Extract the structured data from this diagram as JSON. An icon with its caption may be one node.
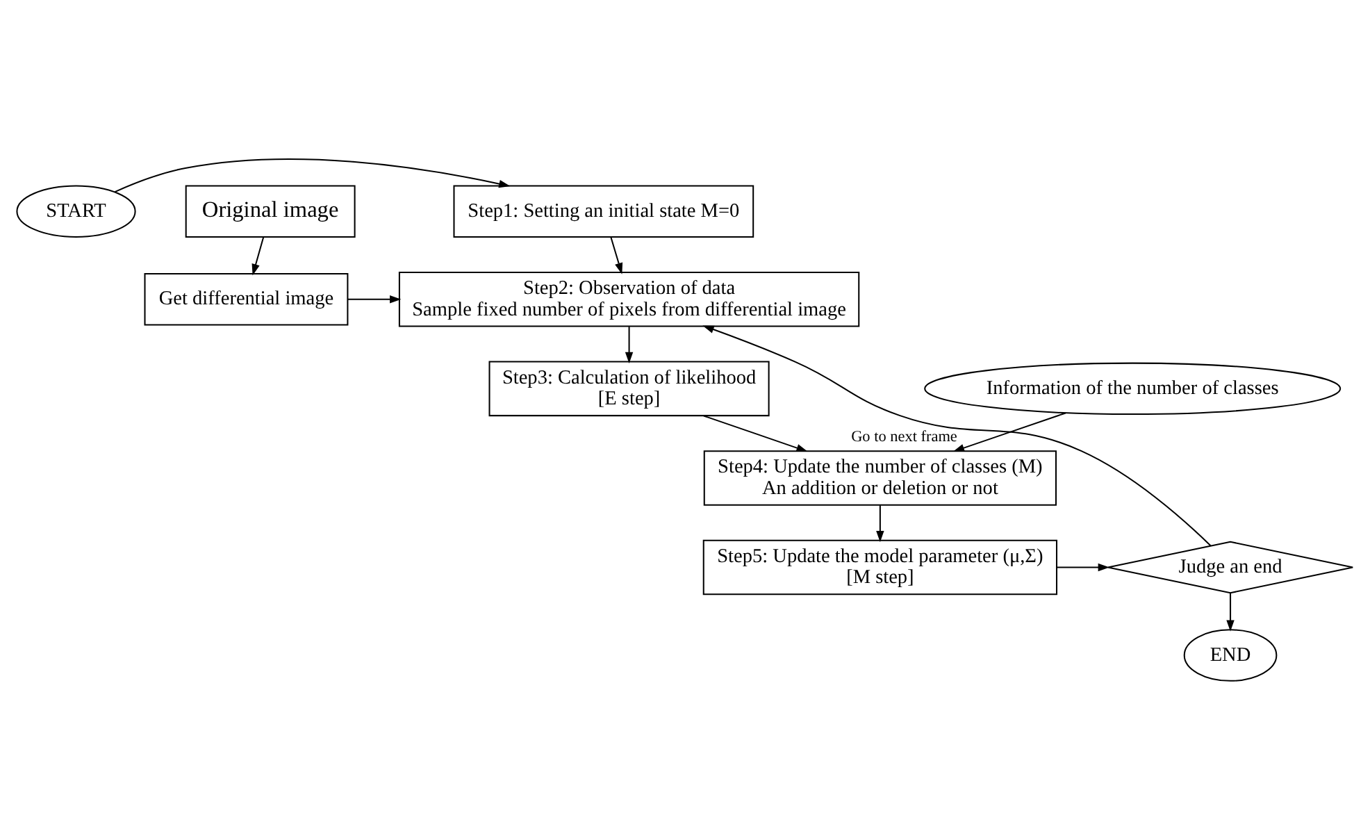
{
  "diagram": {
    "nodes": [
      {
        "text": [
          "START"
        ]
      },
      {
        "text": [
          "Step1: Setting an initial state M=0"
        ]
      },
      {
        "text": [
          "Original image"
        ]
      },
      {
        "text": [
          "Step2: Observation of data",
          "Sample fixed number of pixels from differential image"
        ]
      },
      {
        "text": [
          "Get differential image"
        ]
      },
      {
        "text": [
          "Step3: Calculation of likelihood",
          "[E step]"
        ]
      },
      {
        "text": [
          "Information of the number of classes"
        ]
      },
      {
        "text": [
          "Step4: Update the number of classes (M)",
          "An addition or deletion or not"
        ]
      },
      {
        "text": [
          "Judge an end"
        ]
      },
      {
        "text": [
          "Step5: Update the model parameter (μ,Σ)",
          "[M step]"
        ]
      },
      {
        "text": [
          "END"
        ]
      }
    ],
    "edges": [
      {
        "from": 0,
        "to": 1,
        "arrow": "to"
      },
      {
        "from": 1,
        "to": 3,
        "arrow": "to"
      },
      {
        "from": 2,
        "to": 4,
        "arrow": "to"
      },
      {
        "from": 4,
        "to": 3,
        "arrow": "to"
      },
      {
        "from": 3,
        "to": 5,
        "arrow": "to"
      },
      {
        "from": 5,
        "to": 7,
        "arrow": "to"
      },
      {
        "from": 6,
        "to": 7,
        "arrow": "to"
      },
      {
        "from": 7,
        "to": 9,
        "arrow": "to"
      },
      {
        "from": 9,
        "to": 8,
        "arrow": "to"
      },
      {
        "from": 8,
        "to": 3,
        "arrow": "to",
        "label": "Go to next frame"
      },
      {
        "from": 8,
        "to": 10,
        "arrow": "to"
      }
    ]
  }
}
